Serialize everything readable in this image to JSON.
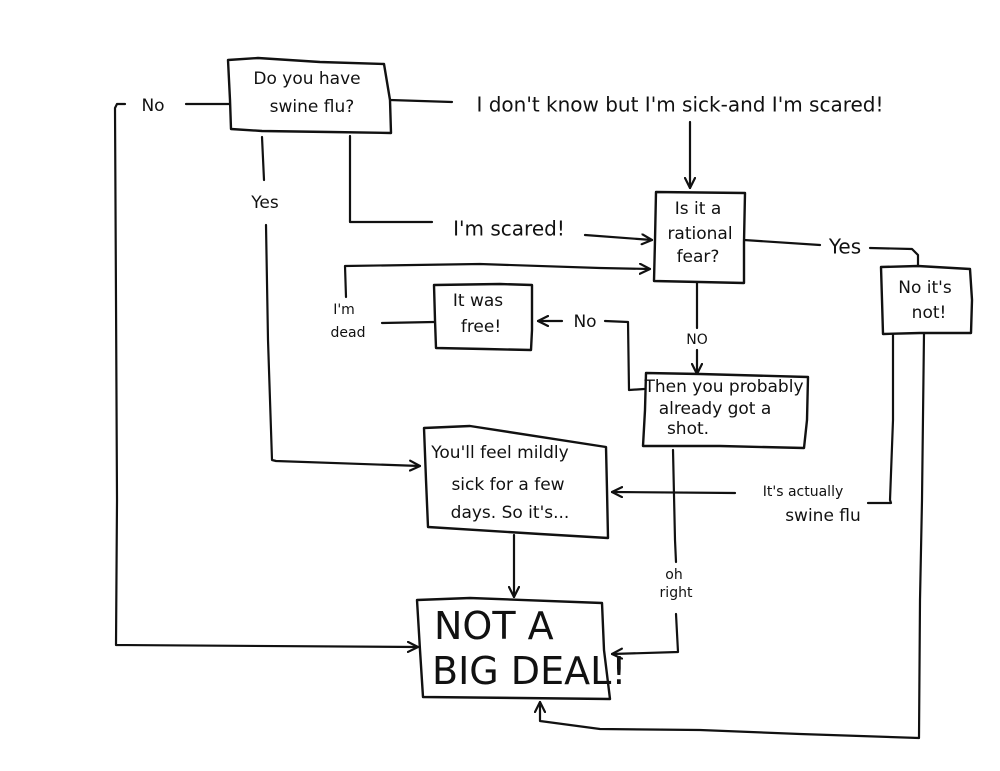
{
  "diagram": {
    "type": "flowchart",
    "style": "hand-drawn",
    "colors": {
      "ink": "#111111",
      "paper": "#ffffff"
    },
    "nodes": [
      {
        "id": "swine-flu-question",
        "lines": [
          "Do you have",
          "swine flu?"
        ]
      },
      {
        "id": "rational-fear-question",
        "lines": [
          "Is it a",
          "rational",
          "fear?"
        ]
      },
      {
        "id": "no-its-not",
        "lines": [
          "No it's",
          "not!"
        ]
      },
      {
        "id": "it-was-free",
        "lines": [
          "It was",
          "free!"
        ]
      },
      {
        "id": "already-got-shot",
        "lines": [
          "Then you probably",
          "already got a",
          "shot."
        ]
      },
      {
        "id": "feel-mildly-sick",
        "lines": [
          "You'll feel mildly",
          "sick for a few",
          "days.  So it's..."
        ]
      },
      {
        "id": "not-a-big-deal",
        "lines": [
          "NOT  A",
          "BIG DEAL!"
        ]
      }
    ],
    "edges": [
      {
        "id": "edge-no",
        "from": "swine-flu-question",
        "to": "not-a-big-deal",
        "label": "No"
      },
      {
        "id": "edge-yes",
        "from": "swine-flu-question",
        "to": "feel-mildly-sick",
        "label": "Yes"
      },
      {
        "id": "edge-im-scared",
        "from": "swine-flu-question",
        "to": "rational-fear-question",
        "label": "I'm scared!"
      },
      {
        "id": "edge-dont-know",
        "from": "swine-flu-question",
        "to": "rational-fear-question",
        "label": "I don't know but I'm sick-and I'm scared!"
      },
      {
        "id": "edge-fear-yes",
        "from": "rational-fear-question",
        "to": "no-its-not",
        "label": "Yes"
      },
      {
        "id": "edge-fear-no",
        "from": "rational-fear-question",
        "to": "already-got-shot",
        "label": "NO"
      },
      {
        "id": "edge-shot-no",
        "from": "already-got-shot",
        "to": "it-was-free",
        "label": "No"
      },
      {
        "id": "edge-im-dead",
        "from": "it-was-free",
        "to": "rational-fear-question",
        "label": "I'm dead"
      },
      {
        "id": "edge-oh-right",
        "from": "already-got-shot",
        "to": "not-a-big-deal",
        "label": "oh right"
      },
      {
        "id": "edge-actually-swine-flu",
        "from": "no-its-not",
        "to": "feel-mildly-sick",
        "label": "It's actually swine flu"
      },
      {
        "id": "edge-sick-to-bigdeal",
        "from": "feel-mildly-sick",
        "to": "not-a-big-deal",
        "label": ""
      },
      {
        "id": "edge-notnot-to-bigdeal",
        "from": "no-its-not",
        "to": "not-a-big-deal",
        "label": ""
      }
    ]
  }
}
